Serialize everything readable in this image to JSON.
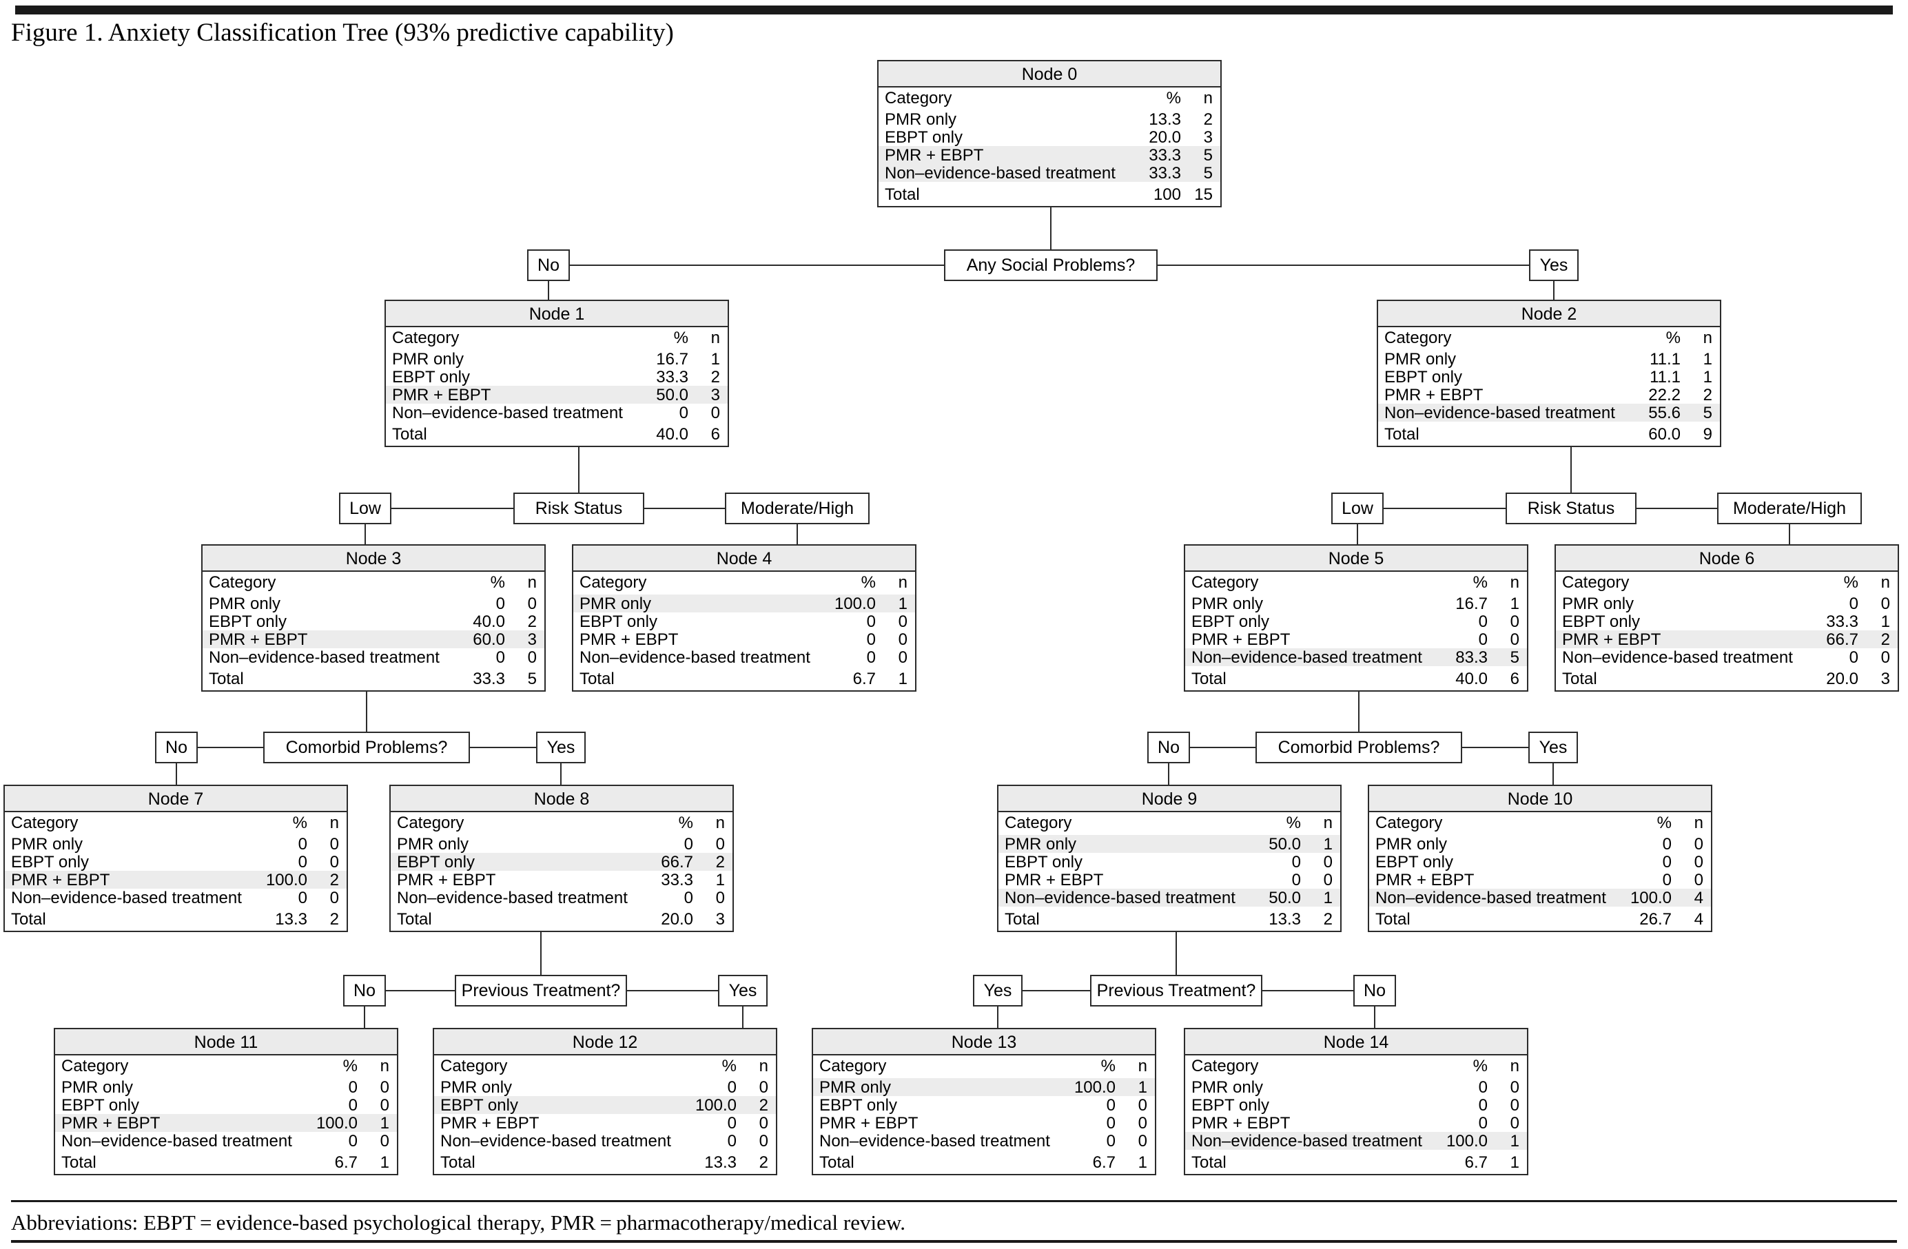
{
  "header": {
    "title": "Figure 1. Anxiety Classification Tree (93% predictive capability)"
  },
  "footer": {
    "abbreviations": "Abbreviations: EBPT = evidence-based psychological therapy, PMR = pharmacotherapy/medical review."
  },
  "labels": {
    "category": "Category",
    "pct": "%",
    "n": "n",
    "total": "Total",
    "cat_pmr": "PMR only",
    "cat_ebpt": "EBPT only",
    "cat_both": "PMR + EBPT",
    "cat_nonev": "Non–evidence-based treatment"
  },
  "decisions": {
    "social": "Any Social Problems?",
    "risk": "Risk Status",
    "comorbid": "Comorbid Problems?",
    "previous": "Previous Treatment?"
  },
  "branches": {
    "no": "No",
    "yes": "Yes",
    "low": "Low",
    "modhigh": "Moderate/High"
  },
  "colors": {
    "highlight_row": "#ececec",
    "title_band": "#ebebeb",
    "border": "#2b2b2b",
    "rule": "#1a1a1a"
  },
  "chart_data": {
    "type": "tree",
    "title": "Anxiety Classification Tree (93% predictive capability)",
    "categories": [
      "PMR only",
      "EBPT only",
      "PMR + EBPT",
      "Non–evidence-based treatment"
    ],
    "splits": [
      {
        "question": "Any Social Problems?",
        "parent": 0,
        "children": [
          {
            "label": "No",
            "node": 1
          },
          {
            "label": "Yes",
            "node": 2
          }
        ]
      },
      {
        "question": "Risk Status",
        "parent": 1,
        "children": [
          {
            "label": "Low",
            "node": 3
          },
          {
            "label": "Moderate/High",
            "node": 4
          }
        ]
      },
      {
        "question": "Risk Status",
        "parent": 2,
        "children": [
          {
            "label": "Low",
            "node": 5
          },
          {
            "label": "Moderate/High",
            "node": 6
          }
        ]
      },
      {
        "question": "Comorbid Problems?",
        "parent": 3,
        "children": [
          {
            "label": "No",
            "node": 7
          },
          {
            "label": "Yes",
            "node": 8
          }
        ]
      },
      {
        "question": "Comorbid Problems?",
        "parent": 5,
        "children": [
          {
            "label": "No",
            "node": 9
          },
          {
            "label": "Yes",
            "node": 10
          }
        ]
      },
      {
        "question": "Previous Treatment?",
        "parent": 8,
        "children": [
          {
            "label": "No",
            "node": 11
          },
          {
            "label": "Yes",
            "node": 12
          }
        ]
      },
      {
        "question": "Previous Treatment?",
        "parent": 9,
        "children": [
          {
            "label": "Yes",
            "node": 13
          },
          {
            "label": "No",
            "node": 14
          }
        ]
      }
    ]
  },
  "nodes": {
    "n0": {
      "title": "Node 0",
      "rows": [
        {
          "cat": "PMR only",
          "pct": "13.3",
          "n": "2",
          "hl": false
        },
        {
          "cat": "EBPT only",
          "pct": "20.0",
          "n": "3",
          "hl": false
        },
        {
          "cat": "PMR + EBPT",
          "pct": "33.3",
          "n": "5",
          "hl": true
        },
        {
          "cat": "Non–evidence-based treatment",
          "pct": "33.3",
          "n": "5",
          "hl": true
        }
      ],
      "total": {
        "pct": "100",
        "n": "15"
      }
    },
    "n1": {
      "title": "Node 1",
      "rows": [
        {
          "cat": "PMR only",
          "pct": "16.7",
          "n": "1",
          "hl": false
        },
        {
          "cat": "EBPT only",
          "pct": "33.3",
          "n": "2",
          "hl": false
        },
        {
          "cat": "PMR + EBPT",
          "pct": "50.0",
          "n": "3",
          "hl": true
        },
        {
          "cat": "Non–evidence-based treatment",
          "pct": "0",
          "n": "0",
          "hl": false
        }
      ],
      "total": {
        "pct": "40.0",
        "n": "6"
      }
    },
    "n2": {
      "title": "Node 2",
      "rows": [
        {
          "cat": "PMR only",
          "pct": "11.1",
          "n": "1",
          "hl": false
        },
        {
          "cat": "EBPT only",
          "pct": "11.1",
          "n": "1",
          "hl": false
        },
        {
          "cat": "PMR + EBPT",
          "pct": "22.2",
          "n": "2",
          "hl": false
        },
        {
          "cat": "Non–evidence-based treatment",
          "pct": "55.6",
          "n": "5",
          "hl": true
        }
      ],
      "total": {
        "pct": "60.0",
        "n": "9"
      }
    },
    "n3": {
      "title": "Node 3",
      "rows": [
        {
          "cat": "PMR only",
          "pct": "0",
          "n": "0",
          "hl": false
        },
        {
          "cat": "EBPT only",
          "pct": "40.0",
          "n": "2",
          "hl": false
        },
        {
          "cat": "PMR + EBPT",
          "pct": "60.0",
          "n": "3",
          "hl": true
        },
        {
          "cat": "Non–evidence-based treatment",
          "pct": "0",
          "n": "0",
          "hl": false
        }
      ],
      "total": {
        "pct": "33.3",
        "n": "5"
      }
    },
    "n4": {
      "title": "Node 4",
      "rows": [
        {
          "cat": "PMR only",
          "pct": "100.0",
          "n": "1",
          "hl": true
        },
        {
          "cat": "EBPT only",
          "pct": "0",
          "n": "0",
          "hl": false
        },
        {
          "cat": "PMR + EBPT",
          "pct": "0",
          "n": "0",
          "hl": false
        },
        {
          "cat": "Non–evidence-based treatment",
          "pct": "0",
          "n": "0",
          "hl": false
        }
      ],
      "total": {
        "pct": "6.7",
        "n": "1"
      }
    },
    "n5": {
      "title": "Node 5",
      "rows": [
        {
          "cat": "PMR only",
          "pct": "16.7",
          "n": "1",
          "hl": false
        },
        {
          "cat": "EBPT only",
          "pct": "0",
          "n": "0",
          "hl": false
        },
        {
          "cat": "PMR + EBPT",
          "pct": "0",
          "n": "0",
          "hl": false
        },
        {
          "cat": "Non–evidence-based treatment",
          "pct": "83.3",
          "n": "5",
          "hl": true
        }
      ],
      "total": {
        "pct": "40.0",
        "n": "6"
      }
    },
    "n6": {
      "title": "Node 6",
      "rows": [
        {
          "cat": "PMR only",
          "pct": "0",
          "n": "0",
          "hl": false
        },
        {
          "cat": "EBPT only",
          "pct": "33.3",
          "n": "1",
          "hl": false
        },
        {
          "cat": "PMR + EBPT",
          "pct": "66.7",
          "n": "2",
          "hl": true
        },
        {
          "cat": "Non–evidence-based treatment",
          "pct": "0",
          "n": "0",
          "hl": false
        }
      ],
      "total": {
        "pct": "20.0",
        "n": "3"
      }
    },
    "n7": {
      "title": "Node 7",
      "rows": [
        {
          "cat": "PMR only",
          "pct": "0",
          "n": "0",
          "hl": false
        },
        {
          "cat": "EBPT only",
          "pct": "0",
          "n": "0",
          "hl": false
        },
        {
          "cat": "PMR + EBPT",
          "pct": "100.0",
          "n": "2",
          "hl": true
        },
        {
          "cat": "Non–evidence-based treatment",
          "pct": "0",
          "n": "0",
          "hl": false
        }
      ],
      "total": {
        "pct": "13.3",
        "n": "2"
      }
    },
    "n8": {
      "title": "Node 8",
      "rows": [
        {
          "cat": "PMR only",
          "pct": "0",
          "n": "0",
          "hl": false
        },
        {
          "cat": "EBPT only",
          "pct": "66.7",
          "n": "2",
          "hl": true
        },
        {
          "cat": "PMR + EBPT",
          "pct": "33.3",
          "n": "1",
          "hl": false
        },
        {
          "cat": "Non–evidence-based treatment",
          "pct": "0",
          "n": "0",
          "hl": false
        }
      ],
      "total": {
        "pct": "20.0",
        "n": "3"
      }
    },
    "n9": {
      "title": "Node 9",
      "rows": [
        {
          "cat": "PMR only",
          "pct": "50.0",
          "n": "1",
          "hl": true
        },
        {
          "cat": "EBPT only",
          "pct": "0",
          "n": "0",
          "hl": false
        },
        {
          "cat": "PMR + EBPT",
          "pct": "0",
          "n": "0",
          "hl": false
        },
        {
          "cat": "Non–evidence-based treatment",
          "pct": "50.0",
          "n": "1",
          "hl": true
        }
      ],
      "total": {
        "pct": "13.3",
        "n": "2"
      }
    },
    "n10": {
      "title": "Node 10",
      "rows": [
        {
          "cat": "PMR only",
          "pct": "0",
          "n": "0",
          "hl": false
        },
        {
          "cat": "EBPT only",
          "pct": "0",
          "n": "0",
          "hl": false
        },
        {
          "cat": "PMR + EBPT",
          "pct": "0",
          "n": "0",
          "hl": false
        },
        {
          "cat": "Non–evidence-based treatment",
          "pct": "100.0",
          "n": "4",
          "hl": true
        }
      ],
      "total": {
        "pct": "26.7",
        "n": "4"
      }
    },
    "n11": {
      "title": "Node 11",
      "rows": [
        {
          "cat": "PMR only",
          "pct": "0",
          "n": "0",
          "hl": false
        },
        {
          "cat": "EBPT only",
          "pct": "0",
          "n": "0",
          "hl": false
        },
        {
          "cat": "PMR + EBPT",
          "pct": "100.0",
          "n": "1",
          "hl": true
        },
        {
          "cat": "Non–evidence-based treatment",
          "pct": "0",
          "n": "0",
          "hl": false
        }
      ],
      "total": {
        "pct": "6.7",
        "n": "1"
      }
    },
    "n12": {
      "title": "Node 12",
      "rows": [
        {
          "cat": "PMR only",
          "pct": "0",
          "n": "0",
          "hl": false
        },
        {
          "cat": "EBPT only",
          "pct": "100.0",
          "n": "2",
          "hl": true
        },
        {
          "cat": "PMR + EBPT",
          "pct": "0",
          "n": "0",
          "hl": false
        },
        {
          "cat": "Non–evidence-based treatment",
          "pct": "0",
          "n": "0",
          "hl": false
        }
      ],
      "total": {
        "pct": "13.3",
        "n": "2"
      }
    },
    "n13": {
      "title": "Node 13",
      "rows": [
        {
          "cat": "PMR only",
          "pct": "100.0",
          "n": "1",
          "hl": true
        },
        {
          "cat": "EBPT only",
          "pct": "0",
          "n": "0",
          "hl": false
        },
        {
          "cat": "PMR + EBPT",
          "pct": "0",
          "n": "0",
          "hl": false
        },
        {
          "cat": "Non–evidence-based treatment",
          "pct": "0",
          "n": "0",
          "hl": false
        }
      ],
      "total": {
        "pct": "6.7",
        "n": "1"
      }
    },
    "n14": {
      "title": "Node 14",
      "rows": [
        {
          "cat": "PMR only",
          "pct": "0",
          "n": "0",
          "hl": false
        },
        {
          "cat": "EBPT only",
          "pct": "0",
          "n": "0",
          "hl": false
        },
        {
          "cat": "PMR + EBPT",
          "pct": "0",
          "n": "0",
          "hl": false
        },
        {
          "cat": "Non–evidence-based treatment",
          "pct": "100.0",
          "n": "1",
          "hl": true
        }
      ],
      "total": {
        "pct": "6.7",
        "n": "1"
      }
    }
  }
}
